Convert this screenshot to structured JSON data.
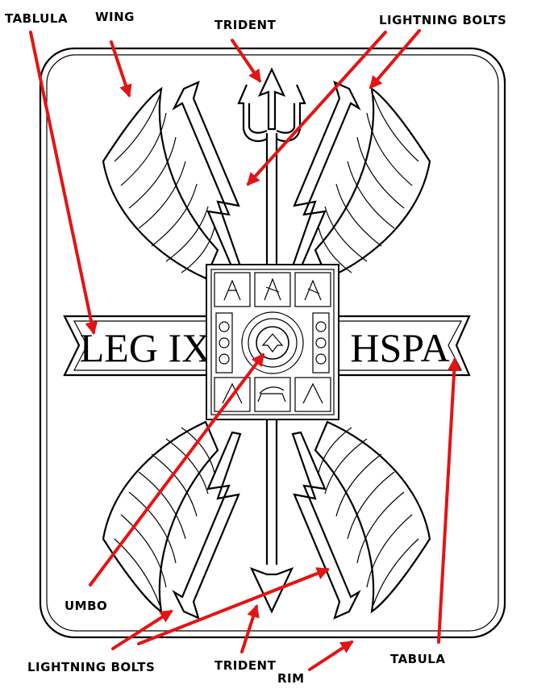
{
  "labels": {
    "tablula": "TABLULA",
    "wing": "WING",
    "trident_top": "TRIDENT",
    "lightning_top": "LIGHTNING BOLTS",
    "umbo": "UMBO",
    "lightning_bottom": "LIGHTNING BOLTS",
    "trident_bottom": "TRIDENT",
    "rim": "RIM",
    "tabula": "TABULA"
  },
  "tabula_left_text": "LEG IX",
  "tabula_right_text": "HSPA",
  "colors": {
    "annotation_arrow": "#e31414",
    "ink": "#000000",
    "background": "#ffffff"
  }
}
